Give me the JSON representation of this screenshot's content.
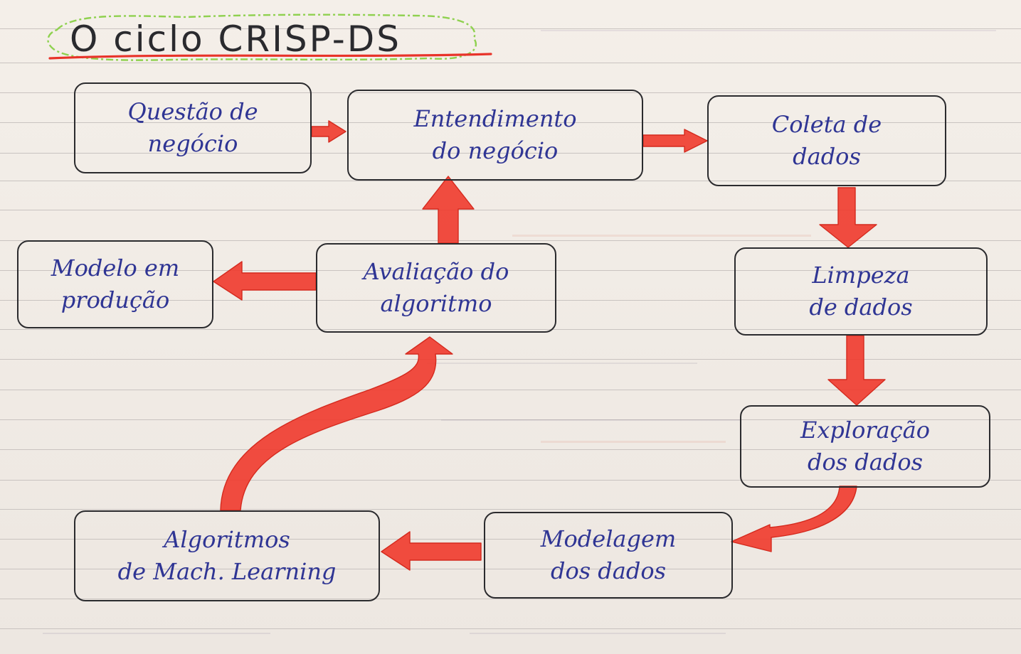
{
  "title": "O ciclo CRISP-DS",
  "colors": {
    "paper": "#efe9e3",
    "ruling": "#c9c3c0",
    "box_border": "#2b2b2e",
    "box_text": "#2f3594",
    "arrow": "#ef3a2c",
    "title_underline": "#e8332a",
    "title_doodle": "#8fd14f"
  },
  "steps": {
    "business_question": [
      "Questão de",
      "negócio"
    ],
    "business_understanding": [
      "Entendimento",
      "do negócio"
    ],
    "data_collection": [
      "Coleta de",
      "dados"
    ],
    "data_cleaning": [
      "Limpeza",
      "de dados"
    ],
    "data_exploration": [
      "Exploração",
      "dos dados"
    ],
    "data_modeling": [
      "Modelagem",
      "dos dados"
    ],
    "ml_algorithms": [
      "Algoritmos",
      "de Mach. Learning"
    ],
    "algorithm_evaluation": [
      "Avaliação do",
      "algoritmo"
    ],
    "model_in_production": [
      "Modelo em",
      "produção"
    ]
  }
}
